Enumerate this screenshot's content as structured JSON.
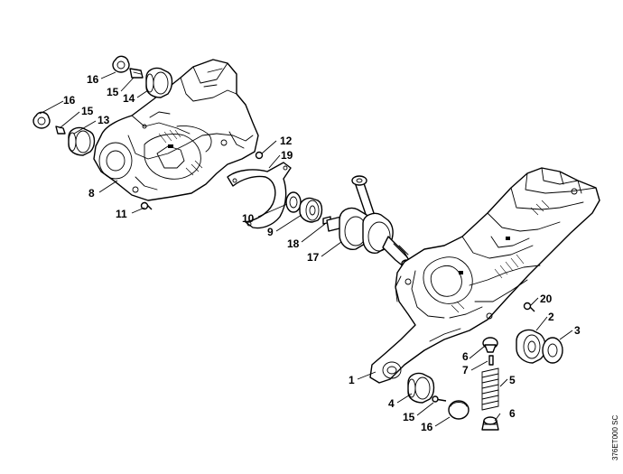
{
  "diagram": {
    "drawing_code": "376ET000 SC",
    "callouts": {
      "c16a": "16",
      "c15a": "15",
      "c14": "14",
      "c16b": "16",
      "c15b": "15",
      "c13": "13",
      "c8": "8",
      "c11": "11",
      "c12": "12",
      "c19": "19",
      "c10": "10",
      "c9": "9",
      "c18": "18",
      "c17": "17",
      "c20": "20",
      "c2": "2",
      "c3": "3",
      "c1": "1",
      "c6a": "6",
      "c7": "7",
      "c5": "5",
      "c4": "4",
      "c15c": "15",
      "c6b": "6",
      "c16c": "16"
    }
  }
}
